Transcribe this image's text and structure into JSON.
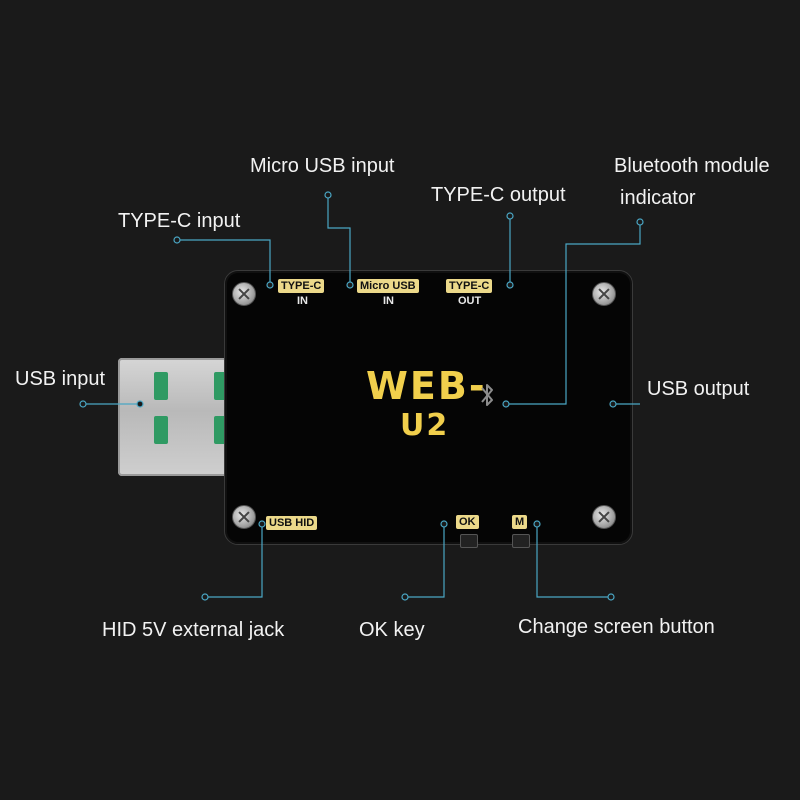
{
  "callouts": {
    "micro_usb_input": "Micro USB input",
    "bluetooth_line1": "Bluetooth module",
    "bluetooth_line2": "indicator",
    "typec_output": "TYPE-C output",
    "typec_input": "TYPE-C input",
    "usb_input": "USB input",
    "usb_output": "USB output",
    "hid_jack": "HID 5V external jack",
    "ok_key": "OK key",
    "change_screen": "Change screen button"
  },
  "board_labels": {
    "typec_in_tag": "TYPE-C",
    "typec_in_sub": "IN",
    "micro_usb_tag": "Micro USB",
    "micro_usb_sub": "IN",
    "typec_out_tag": "TYPE-C",
    "typec_out_sub": "OUT",
    "usb_hid_tag": "USB HID",
    "ok_tag": "OK",
    "m_tag": "M",
    "brand_line1": "WEB-",
    "brand_line2": "U2"
  },
  "icons": [
    "bluetooth-icon",
    "screw-icon",
    "usb-plug"
  ],
  "colors": {
    "background": "#1a1a1a",
    "board": "#050505",
    "brand": "#f1cf4c",
    "tag": "#ecd98a",
    "leader_line": "#4aa6c4",
    "usb_pin": "#2f9a63"
  }
}
